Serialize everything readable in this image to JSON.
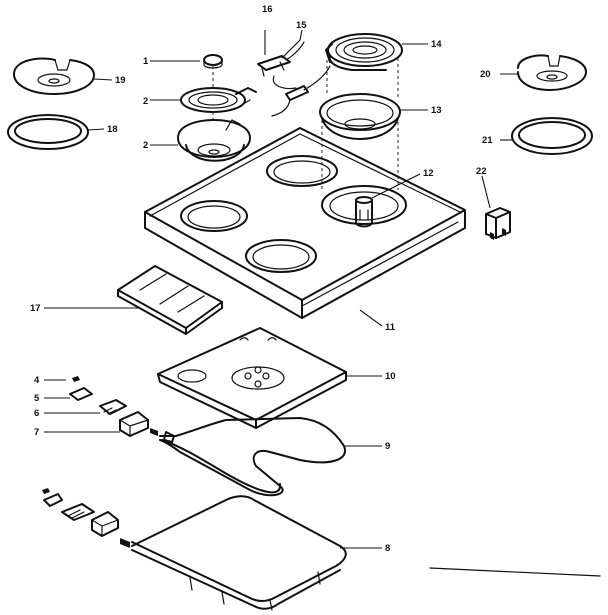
{
  "callouts": [
    {
      "id": "c1",
      "text": "1"
    },
    {
      "id": "c2a",
      "text": "2"
    },
    {
      "id": "c2b",
      "text": "2"
    },
    {
      "id": "c4",
      "text": "4"
    },
    {
      "id": "c5",
      "text": "5"
    },
    {
      "id": "c6",
      "text": "6"
    },
    {
      "id": "c7",
      "text": "7"
    },
    {
      "id": "c8",
      "text": "8"
    },
    {
      "id": "c9",
      "text": "9"
    },
    {
      "id": "c10",
      "text": "10"
    },
    {
      "id": "c11",
      "text": "11"
    },
    {
      "id": "c12",
      "text": "12"
    },
    {
      "id": "c13",
      "text": "13"
    },
    {
      "id": "c14",
      "text": "14"
    },
    {
      "id": "c15",
      "text": "15"
    },
    {
      "id": "c16",
      "text": "16"
    },
    {
      "id": "c17",
      "text": "17"
    },
    {
      "id": "c18",
      "text": "18"
    },
    {
      "id": "c19",
      "text": "19"
    },
    {
      "id": "c20",
      "text": "20"
    },
    {
      "id": "c21",
      "text": "21"
    },
    {
      "id": "c22",
      "text": "22"
    }
  ]
}
